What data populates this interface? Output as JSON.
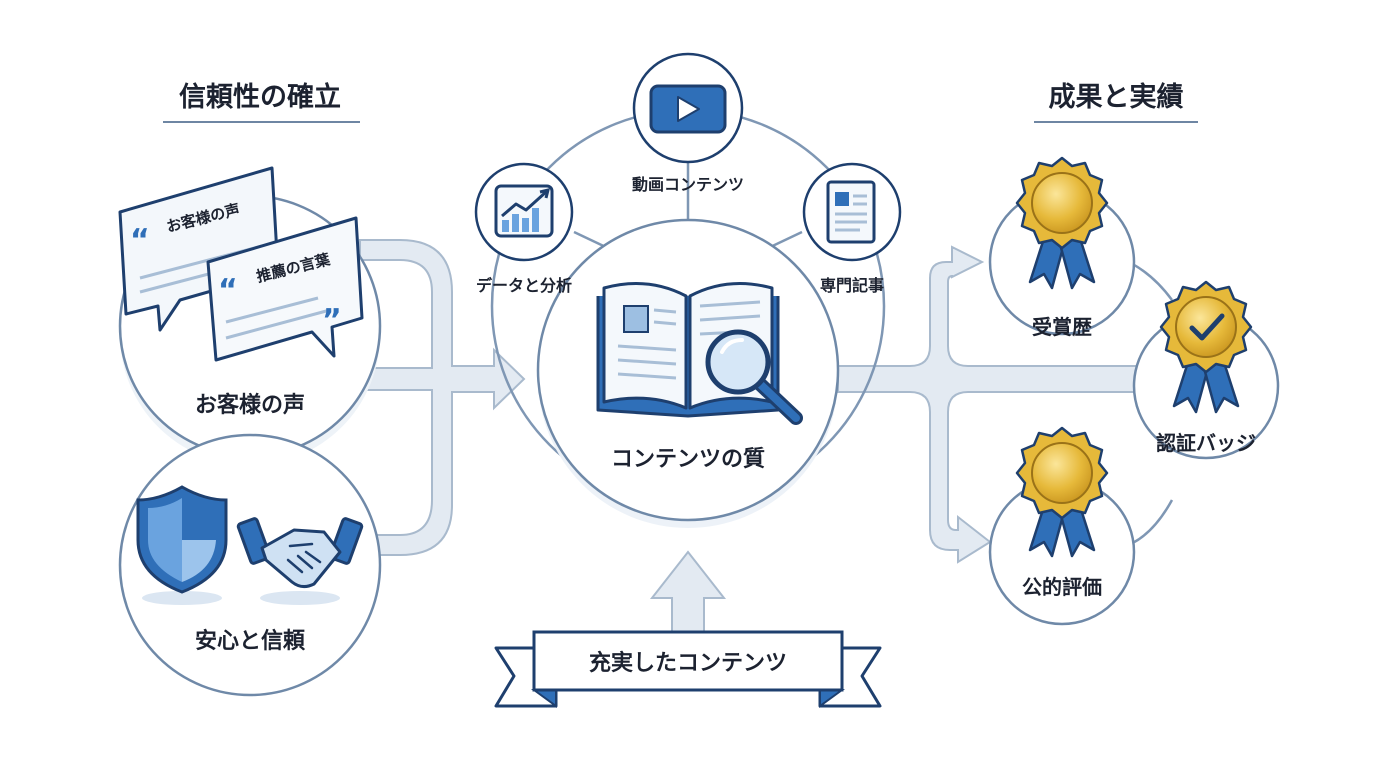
{
  "sections": {
    "left_heading": "信頼性の確立",
    "right_heading": "成果と実績"
  },
  "left": {
    "bubble_back": "お客様の声",
    "bubble_front": "推薦の言葉",
    "voice_label": "お客様の声",
    "trust_label": "安心と信頼"
  },
  "center": {
    "main_label": "コンテンツの質",
    "video_label": "動画コンテンツ",
    "data_label": "データと分析",
    "article_label": "専門記事"
  },
  "banner": {
    "text": "充実したコンテンツ"
  },
  "right": {
    "award_label": "受賞歴",
    "badge_label": "認証バッジ",
    "public_label": "公的評価"
  },
  "colors": {
    "navy": "#1e3f6e",
    "blue": "#2f6fb8",
    "light_blue": "#d7e6f5",
    "arrow": "#dfe7f0",
    "arrow_edge": "#9fb2c8",
    "gold": "#e6b93a",
    "gold_dark": "#9a7218"
  },
  "icons": [
    "quote-icon",
    "shield-icon",
    "handshake-icon",
    "book-icon",
    "magnifier-icon",
    "play-icon",
    "chart-icon",
    "document-icon",
    "medal-icon",
    "checkmark-icon"
  ]
}
